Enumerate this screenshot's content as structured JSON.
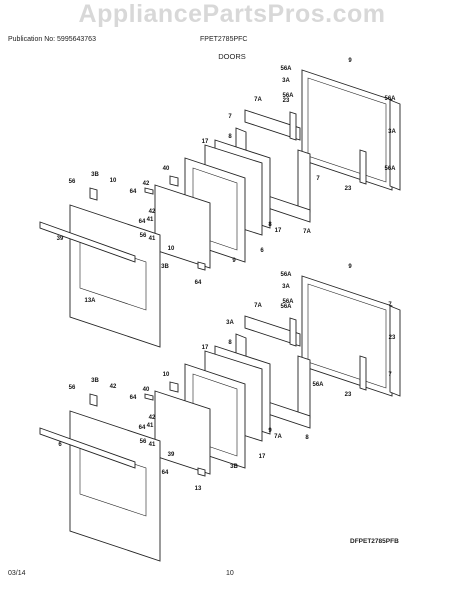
{
  "watermark": "AppliancePartsPros.com",
  "header": {
    "publication": "Publication No: 5995643763",
    "model": "FPET2785PFC",
    "section": "DOORS"
  },
  "footer": {
    "date": "03/14",
    "page": "10",
    "diagram_code": "DFPET2785PFB"
  },
  "callouts_upper": [
    "56A",
    "3A",
    "9",
    "56A",
    "7A",
    "23",
    "56A",
    "3A",
    "7",
    "8",
    "17",
    "56A",
    "7",
    "23",
    "3B",
    "10",
    "40",
    "42",
    "56",
    "64",
    "42",
    "41",
    "64",
    "56",
    "41",
    "10",
    "39",
    "6",
    "17",
    "7A",
    "8",
    "9",
    "3B",
    "64",
    "13A"
  ],
  "callouts_lower": [
    "56A",
    "3A",
    "9",
    "56A",
    "7A",
    "56A",
    "7",
    "23",
    "3A",
    "8",
    "17",
    "7",
    "56A",
    "23",
    "3B",
    "42",
    "10",
    "40",
    "56",
    "64",
    "42",
    "41",
    "64",
    "56",
    "41",
    "39",
    "6",
    "17",
    "7A",
    "8",
    "9",
    "3B",
    "64",
    "13"
  ]
}
